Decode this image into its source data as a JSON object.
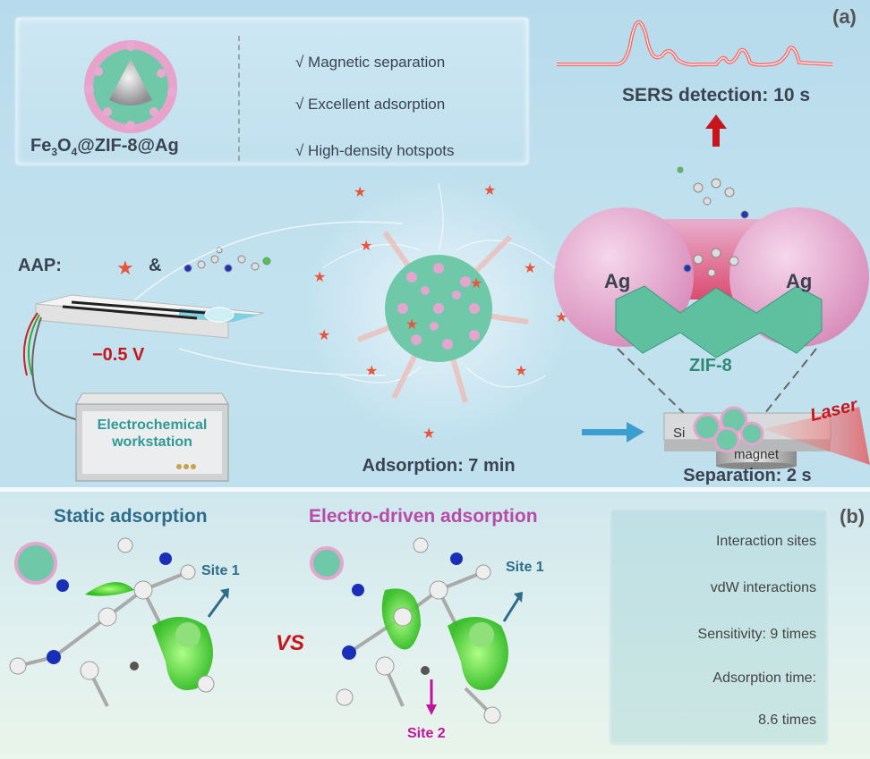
{
  "panel_a": {
    "label": "(a)",
    "material": {
      "name_prefix": "Fe",
      "sub1": "3",
      "o": "O",
      "sub2": "4",
      "name_suffix": "@ZIF-8@Ag"
    },
    "features": [
      "√  Magnetic separation",
      "√  Excellent adsorption",
      "√  High-density hotspots"
    ],
    "aap_label": "AAP:",
    "ampersand": "&",
    "voltage": "−0.5 V",
    "workstation": [
      "Electrochemical",
      "workstation"
    ],
    "adsorption": "Adsorption: 7 min",
    "separation": "Separation: 2 s",
    "sers": "SERS detection: 10 s",
    "ag_left": "Ag",
    "ag_right": "Ag",
    "zif8": "ZIF-8",
    "si": "Si",
    "magnet": "magnet",
    "laser": "Laser",
    "colors": {
      "accent_red": "#c8151b",
      "zif_green": "#2e8a74",
      "ag_pink": "#e9a8d2",
      "arrow_blue": "#3a9fd0"
    }
  },
  "panel_b": {
    "label": "(b)",
    "static_title": "Static adsorption",
    "electro_title": "Electro-driven adsorption",
    "vs": "VS",
    "site1_left": "Site 1",
    "site1_right": "Site 1",
    "site2": "Site 2",
    "summary": [
      {
        "text": "Interaction sites",
        "direction": "up"
      },
      {
        "text": "vdW interactions",
        "direction": "up"
      },
      {
        "text": "Sensitivity: 9 times",
        "direction": "up"
      },
      {
        "text": "Adsorption time:",
        "direction": "down"
      }
    ],
    "summary_tail": "8.6 times"
  }
}
